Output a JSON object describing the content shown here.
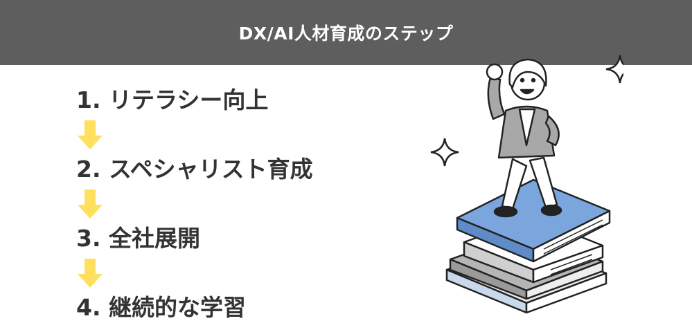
{
  "header": {
    "title": "DX/AI人材育成のステップ"
  },
  "steps": [
    {
      "label": "1. リテラシー向上"
    },
    {
      "label": "2. スペシャリスト育成"
    },
    {
      "label": "3. 全社展開"
    },
    {
      "label": "4. 継続的な学習"
    }
  ],
  "colors": {
    "header_bg": "#5e5e5e",
    "arrow": "#ffdf5e",
    "book_blue": "#7aa6dd",
    "text": "#333333"
  },
  "icons": {
    "arrow": "down-arrow-icon",
    "sparkle": "sparkle-icon",
    "figure": "person-on-books-illustration"
  }
}
